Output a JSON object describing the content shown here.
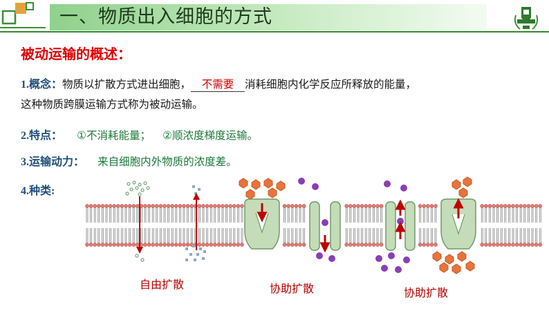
{
  "header": {
    "title": "一、物质出入细胞的方式"
  },
  "section": {
    "heading": "被动运输的概述："
  },
  "concept": {
    "label": "1.概念：",
    "text_a": "物质以扩散方式进出细胞，",
    "blank": "不需要",
    "text_b": "消耗细胞内化学反应所释放的能量，",
    "text_c": "这种物质跨膜运输方式称为被动运输。"
  },
  "features": {
    "label": "2.特点：",
    "item1": "①不消耗能量；",
    "item2": "②顺浓度梯度运输。"
  },
  "driving_force": {
    "label": "3.运输动力：",
    "text": "来自细胞内外物质的浓度差。"
  },
  "types": {
    "label": "4.种类:",
    "caption_free": "自由扩散",
    "caption_facilitated_1": "协助扩散",
    "caption_facilitated_2": "协助扩散"
  },
  "colors": {
    "title_green": "#8fd18c",
    "heading_red": "#e00000",
    "label_blue": "#1f4e79",
    "feature_green": "#1c7a3a",
    "membrane_head": "#e27b73",
    "protein_green": "#c4dcb8",
    "arrow_red": "#c00000",
    "molecule_purple": "#8a3fb5",
    "molecule_orange": "#e8743b"
  }
}
